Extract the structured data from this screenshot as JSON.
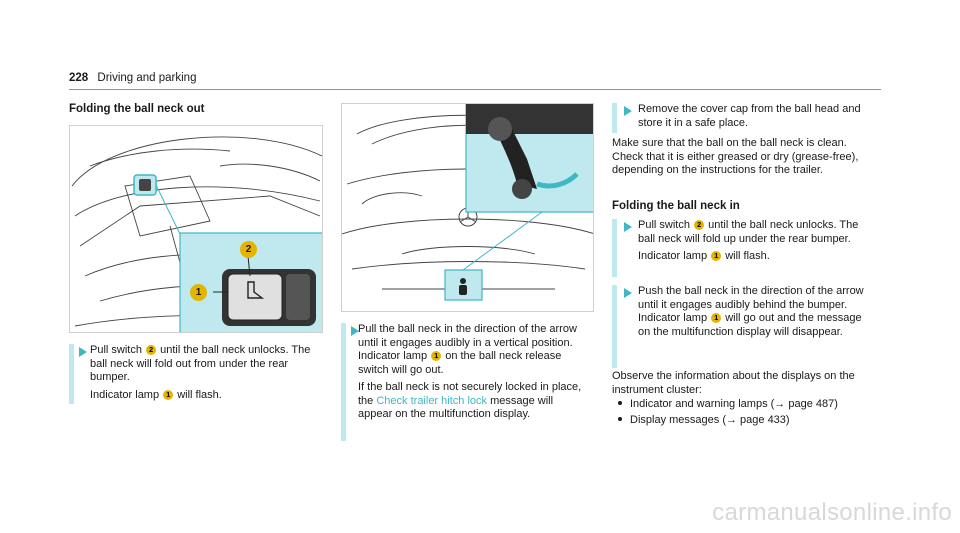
{
  "header": {
    "page_number": "228",
    "section": "Driving and parking"
  },
  "col1": {
    "heading": "Folding the ball neck out",
    "step1": {
      "a": "Pull switch ",
      "n1": "2",
      "b": " until the ball neck unlocks. The ball neck will fold out from under the rear bumper."
    },
    "step1b": {
      "a": "Indicator lamp ",
      "n1": "1",
      "b": " will flash."
    }
  },
  "col2": {
    "step": {
      "line1": "Pull the ball neck in the direction of the arrow until it engages audibly in a vertical position.",
      "line2a": "Indicator lamp ",
      "n1": "1",
      "line2b": " on the ball neck release switch will go out.",
      "line3a": "If the ball neck is not securely locked in place, the ",
      "link": "Check trailer hitch lock",
      "line3b": " message will appear on the multifunction display."
    }
  },
  "col3": {
    "step_top": "Remove the cover cap from the ball head and store it in a safe place.",
    "para1": "Make sure that the ball on the ball neck is clean. Check that it is either greased or dry (grease-free), depending on the instructions for the trailer.",
    "heading": "Folding the ball neck in",
    "step_a": {
      "a": "Pull switch ",
      "n2": "2",
      "b": " until the ball neck unlocks. The ball neck will fold up under the rear bumper."
    },
    "step_a2": {
      "a": "Indicator lamp ",
      "n1": "1",
      "b": " will flash."
    },
    "step_b": {
      "a": "Push the ball neck in the direction of the arrow until it engages audibly behind the bumper.",
      "c": "Indicator lamp ",
      "n1": "1",
      "d": " will go out and the message on the multifunction display will disappear."
    },
    "para2": "Observe the information about the displays on the instrument cluster:",
    "list": [
      {
        "a": "Indicator and warning lamps (",
        "arrow": "→",
        "b": " page 487)"
      },
      {
        "a": "Display messages (",
        "arrow": "→",
        "b": " page 433)"
      }
    ]
  },
  "figure1": {
    "callout1": "1",
    "callout2": "2"
  },
  "watermark": "carmanualsonline.info",
  "colors": {
    "accent": "#3fb7c4",
    "callout": "#e4b400",
    "highlight_bg": "#bfe9ee"
  }
}
